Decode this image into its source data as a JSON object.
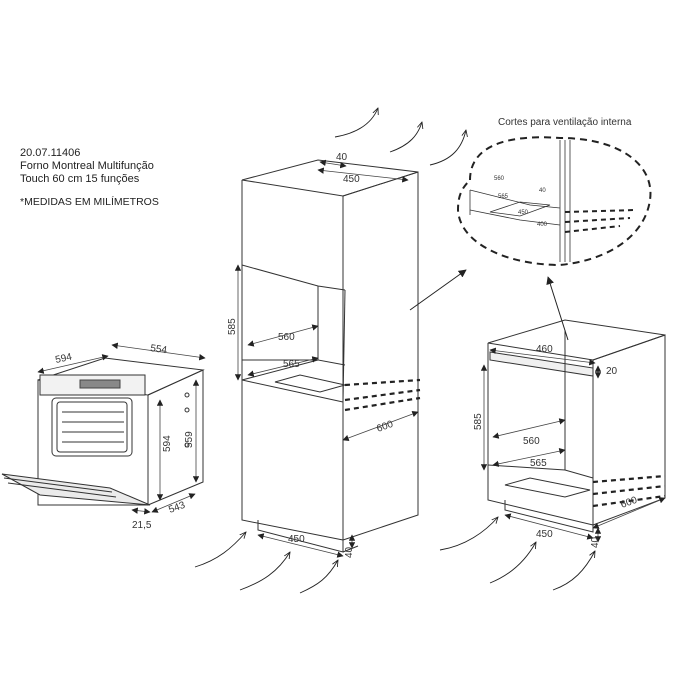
{
  "header": {
    "code": "20.07.11406",
    "product_line1": "Forno Montreal Multifunção",
    "product_line2": "Touch 60 cm 15 funções",
    "units_note": "*MEDIDAS EM MILÍMETROS"
  },
  "ventilation_detail": {
    "title": "Cortes para ventilação interna",
    "dims": [
      "560",
      "565",
      "40",
      "450",
      "400"
    ]
  },
  "oven": {
    "dims": [
      "594",
      "554",
      "594",
      "559",
      "21,5",
      "543"
    ]
  },
  "cabinet_tower": {
    "dims": [
      "40",
      "450",
      "585",
      "560",
      "565",
      "600",
      "450",
      "40"
    ]
  },
  "cabinet_under": {
    "dims": [
      "460",
      "20",
      "585",
      "560",
      "565",
      "600",
      "450",
      "40"
    ]
  }
}
